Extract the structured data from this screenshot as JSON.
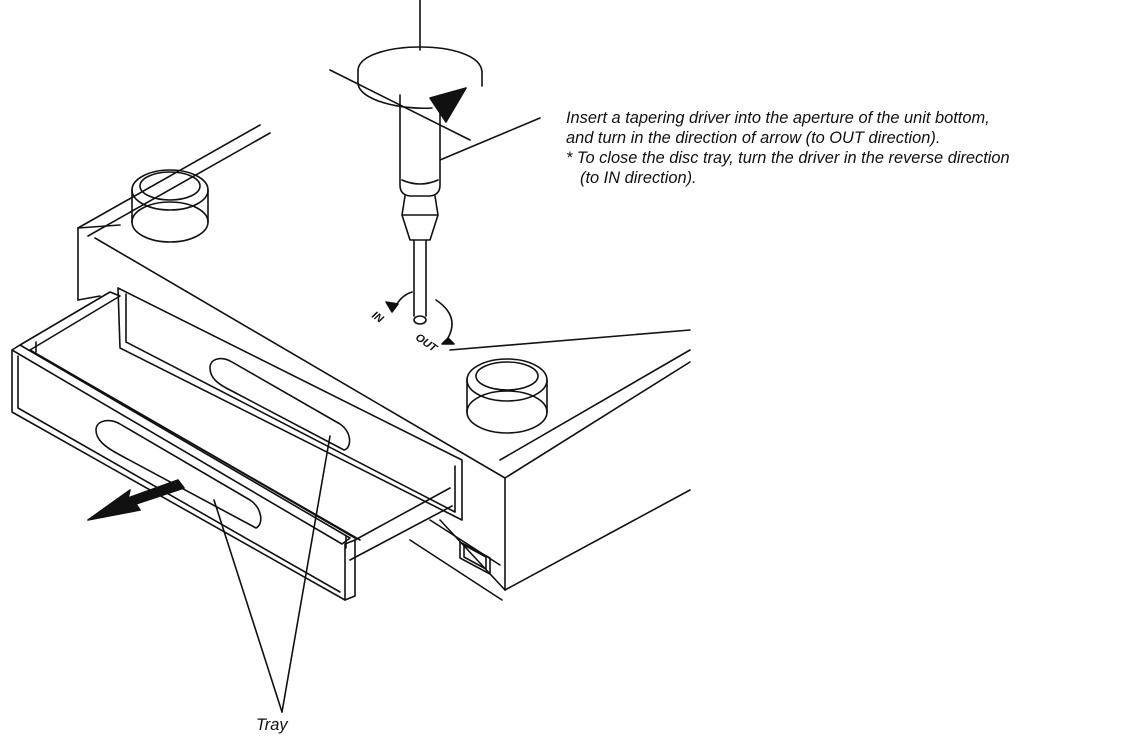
{
  "callout": {
    "line1": "Insert a tapering driver into the aperture of the unit bottom,",
    "line2": "and turn in the direction of arrow (to OUT direction).",
    "note_line1": "* To close the disc tray, turn the driver in the reverse direction",
    "note_line2": "(to IN direction)."
  },
  "labels": {
    "tray": "Tray",
    "in": "IN",
    "out": "OUT"
  },
  "colors": {
    "ink": "#111111",
    "background": "#ffffff"
  }
}
